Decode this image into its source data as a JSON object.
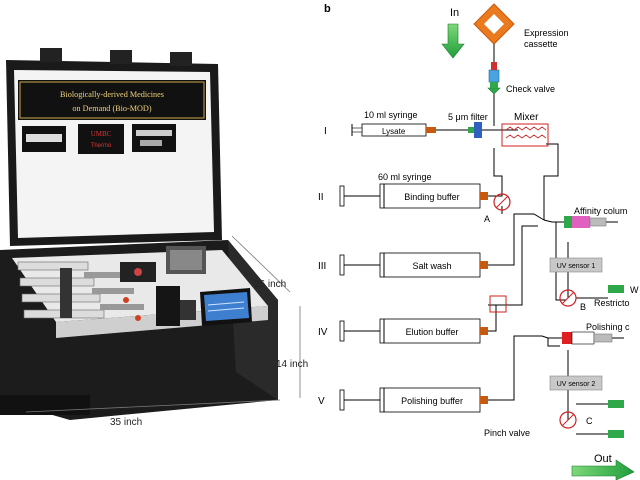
{
  "photo": {
    "banner_line1": "Biologically-derived Medicines",
    "banner_line2": "on Demand (Bio-MOD)",
    "logo_umbc": "UMBC",
    "logo_thermo": "Thermo",
    "dim_width": "35 inch",
    "dim_depth": "26 inch",
    "dim_height": "14 inch"
  },
  "diagram": {
    "panel_label": "b",
    "in_label": "In",
    "out_label": "Out",
    "expression_cassette": "Expression\ncassette",
    "check_valve": "Check valve",
    "syringe_10ml": "10 ml syringe",
    "lysate": "Lysate",
    "filter": "5 μm filter",
    "mixer": "Mixer",
    "syringe_60ml": "60 ml syringe",
    "binding_buffer": "Binding buffer",
    "salt_wash": "Salt wash",
    "elution_buffer": "Elution buffer",
    "polishing_buffer": "Polishing buffer",
    "affinity_column": "Affinity colum",
    "uv_sensor_1": "UV sensor 1",
    "uv_sensor_2": "UV sensor 2",
    "restrictor": "Restricto",
    "waste_w": "W",
    "polishing_column": "Polishing c",
    "pinch_valve": "Pinch valve",
    "valve_a": "A",
    "valve_b": "B",
    "valve_c": "C",
    "roman_1": "I",
    "roman_2": "II",
    "roman_3": "III",
    "roman_4": "IV",
    "roman_5": "V"
  }
}
